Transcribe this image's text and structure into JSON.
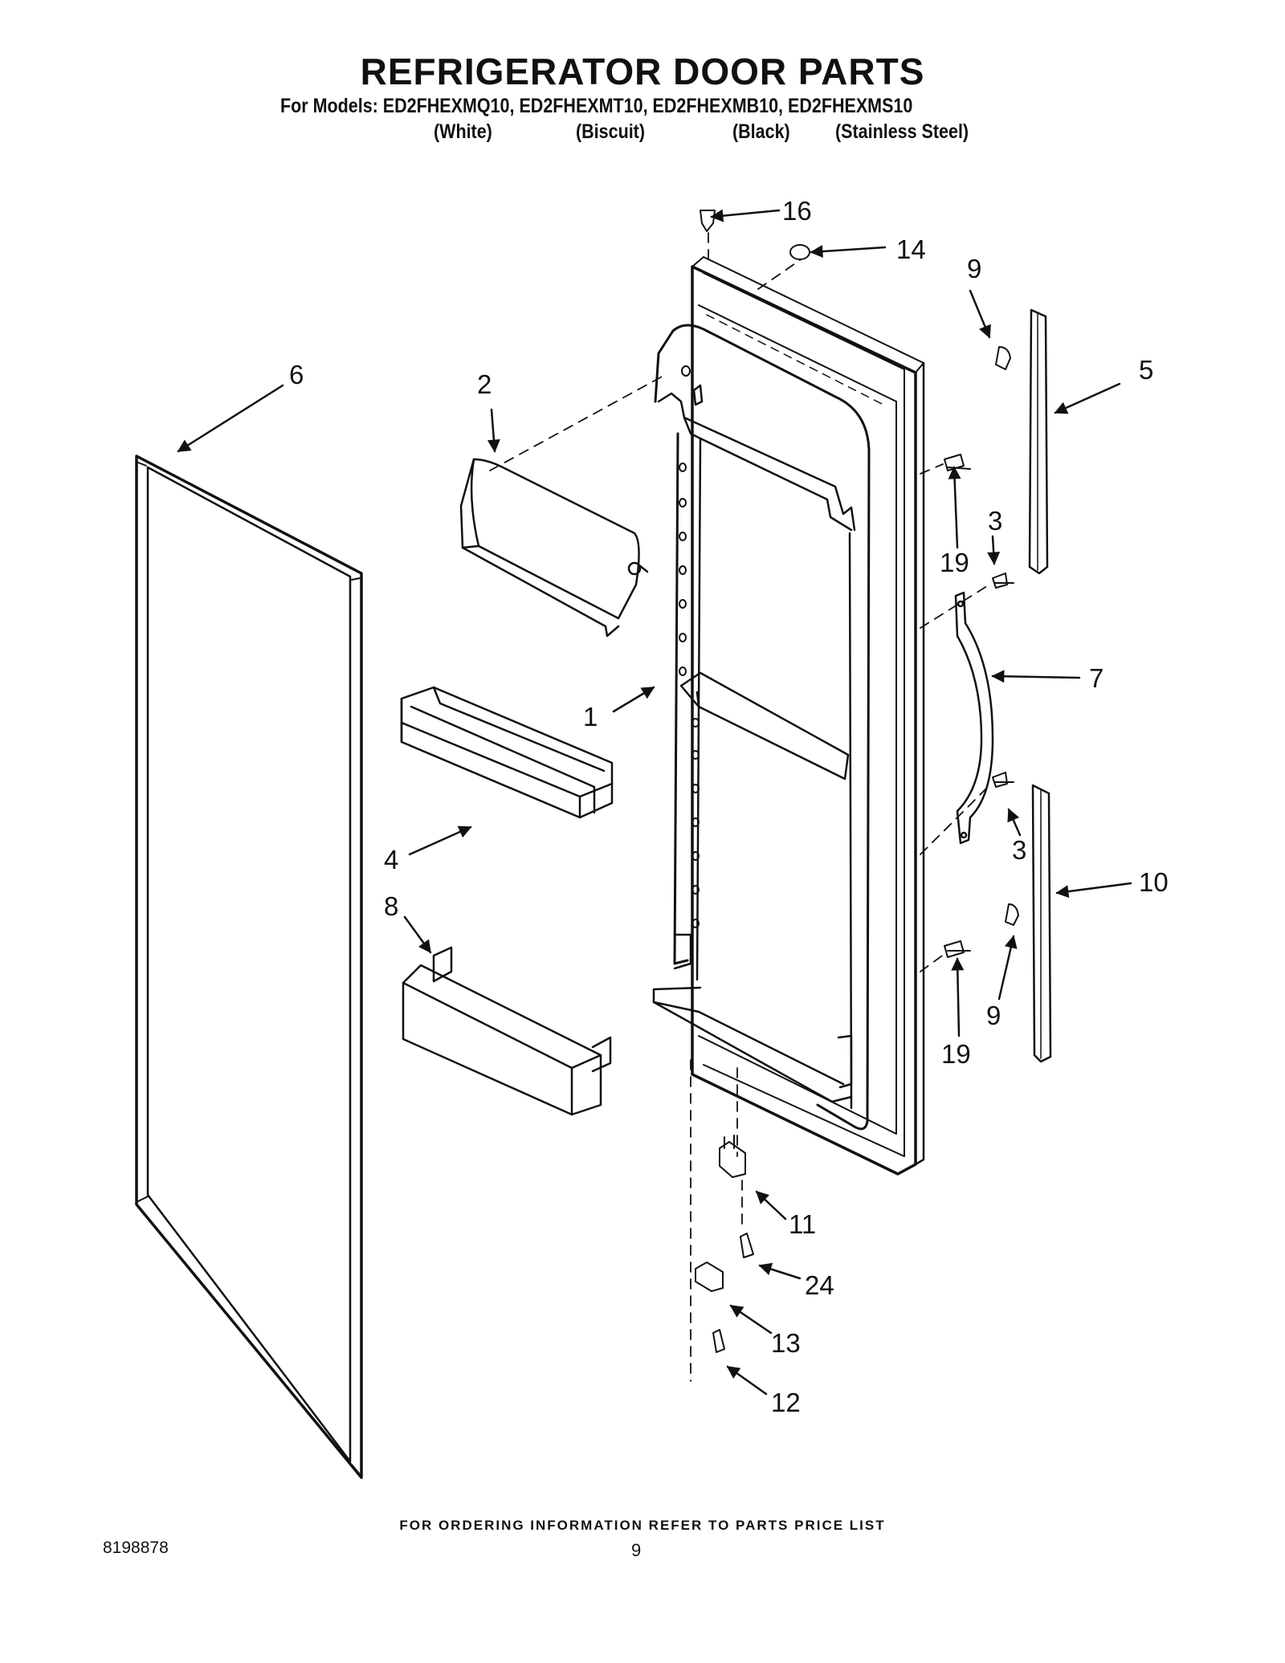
{
  "header": {
    "title": "REFRIGERATOR DOOR PARTS",
    "models_line": "For Models: ED2FHEXMQ10, ED2FHEXMT10, ED2FHEXMB10, ED2FHEXMS10",
    "colors": [
      "(White)",
      "(Biscuit)",
      "(Black)",
      "(Stainless Steel)"
    ]
  },
  "callouts": [
    "16",
    "14",
    "9",
    "5",
    "6",
    "2",
    "19",
    "3",
    "7",
    "1",
    "4",
    "3",
    "10",
    "8",
    "9",
    "19",
    "11",
    "24",
    "13",
    "12"
  ],
  "footer": {
    "ordering_note": "FOR ORDERING INFORMATION REFER TO PARTS PRICE LIST",
    "doc_number": "8198878",
    "page_number": "9"
  }
}
